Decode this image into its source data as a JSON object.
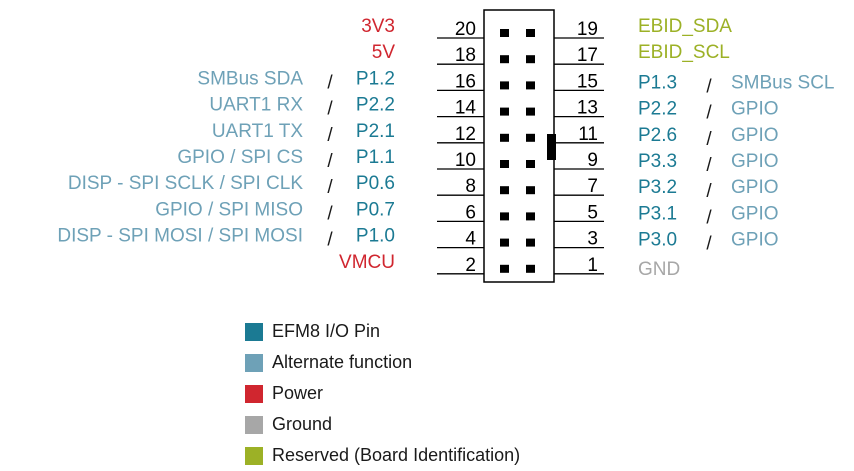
{
  "colors": {
    "pin": "#1b7a93",
    "alt": "#6ea1b7",
    "power": "#d0262f",
    "ground": "#a7a7a7",
    "reserved": "#9cb126",
    "line": "#000000"
  },
  "separator": "/",
  "pins": [
    {
      "left_num": "20",
      "left_label": "3V3",
      "left_alt": "",
      "left_color": "power",
      "right_num": "19",
      "right_label": "EBID_SDA",
      "right_alt": "",
      "right_color": "reserved"
    },
    {
      "left_num": "18",
      "left_label": "5V",
      "left_alt": "",
      "left_color": "power",
      "right_num": "17",
      "right_label": "EBID_SCL",
      "right_alt": "",
      "right_color": "reserved"
    },
    {
      "left_num": "16",
      "left_label": "P1.2",
      "left_alt": "SMBus SDA",
      "left_color": "pin",
      "right_num": "15",
      "right_label": "P1.3",
      "right_alt": "SMBus SCL",
      "right_color": "pin"
    },
    {
      "left_num": "14",
      "left_label": "P2.2",
      "left_alt": "UART1 RX",
      "left_color": "pin",
      "right_num": "13",
      "right_label": "P2.2",
      "right_alt": "GPIO",
      "right_color": "pin"
    },
    {
      "left_num": "12",
      "left_label": "P2.1",
      "left_alt": "UART1 TX",
      "left_color": "pin",
      "right_num": "11",
      "right_label": "P2.6",
      "right_alt": "GPIO",
      "right_color": "pin"
    },
    {
      "left_num": "10",
      "left_label": "P1.1",
      "left_alt": "GPIO / SPI CS",
      "left_color": "pin",
      "right_num": "9",
      "right_label": "P3.3",
      "right_alt": "GPIO",
      "right_color": "pin"
    },
    {
      "left_num": "8",
      "left_label": "P0.6",
      "left_alt": "DISP - SPI SCLK / SPI CLK",
      "left_color": "pin",
      "right_num": "7",
      "right_label": "P3.2",
      "right_alt": "GPIO",
      "right_color": "pin"
    },
    {
      "left_num": "6",
      "left_label": "P0.7",
      "left_alt": "GPIO / SPI MISO",
      "left_color": "pin",
      "right_num": "5",
      "right_label": "P3.1",
      "right_alt": "GPIO",
      "right_color": "pin"
    },
    {
      "left_num": "4",
      "left_label": "P1.0",
      "left_alt": "DISP - SPI MOSI / SPI MOSI",
      "left_color": "pin",
      "right_num": "3",
      "right_label": "P3.0",
      "right_alt": "GPIO",
      "right_color": "pin"
    },
    {
      "left_num": "2",
      "left_label": "VMCU",
      "left_alt": "",
      "left_color": "power",
      "right_num": "1",
      "right_label": "GND",
      "right_alt": "",
      "right_color": "ground"
    }
  ],
  "legend": [
    {
      "label": "EFM8 I/O Pin",
      "color": "pin"
    },
    {
      "label": "Alternate function",
      "color": "alt"
    },
    {
      "label": "Power",
      "color": "power"
    },
    {
      "label": "Ground",
      "color": "ground"
    },
    {
      "label": "Reserved (Board Identification)",
      "color": "reserved"
    }
  ]
}
